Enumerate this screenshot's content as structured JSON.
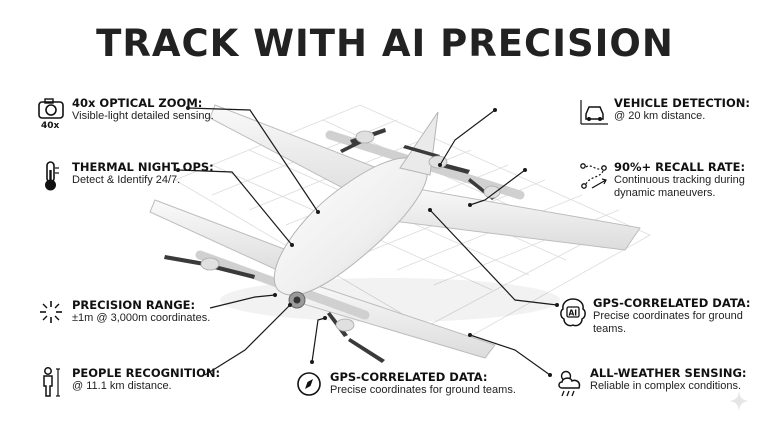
{
  "title": "TRACK WITH AI PRECISION",
  "callouts": {
    "optical_zoom": {
      "heading": "40x OPTICAL ZOOM:",
      "description": "Visible-light detailed sensing.",
      "icon_label": "40x",
      "icon": "camera-icon"
    },
    "thermal": {
      "heading": "THERMAL NIGHT OPS:",
      "description": "Detect & Identify 24/7.",
      "icon": "thermometer-icon"
    },
    "precision_range": {
      "heading": "PRECISION RANGE:",
      "description": "±1m @ 3,000m coordinates.",
      "icon": "laser-range-icon"
    },
    "people": {
      "heading": "PEOPLE RECOGNITION:",
      "description": "@ 11.1 km distance.",
      "icon": "person-icon"
    },
    "gps_bottom": {
      "heading": "GPS-CORRELATED DATA:",
      "description": "Precise coordinates for ground teams.",
      "icon": "compass-icon"
    },
    "vehicle": {
      "heading": "VEHICLE DETECTION:",
      "description": "@ 20 km distance.",
      "icon": "car-icon"
    },
    "recall": {
      "heading": "90%+ RECALL RATE:",
      "description": "Continuous tracking during dynamic maneuvers.",
      "icon": "tracking-path-icon"
    },
    "gps_right": {
      "heading": "GPS-CORRELATED DATA:",
      "description": "Precise coordinates for ground teams.",
      "icon_label": "AI",
      "icon": "ai-brain-icon"
    },
    "weather": {
      "heading": "ALL-WEATHER SENSING:",
      "description": "Reliable in complex conditions.",
      "icon": "weather-cloud-icon"
    }
  }
}
